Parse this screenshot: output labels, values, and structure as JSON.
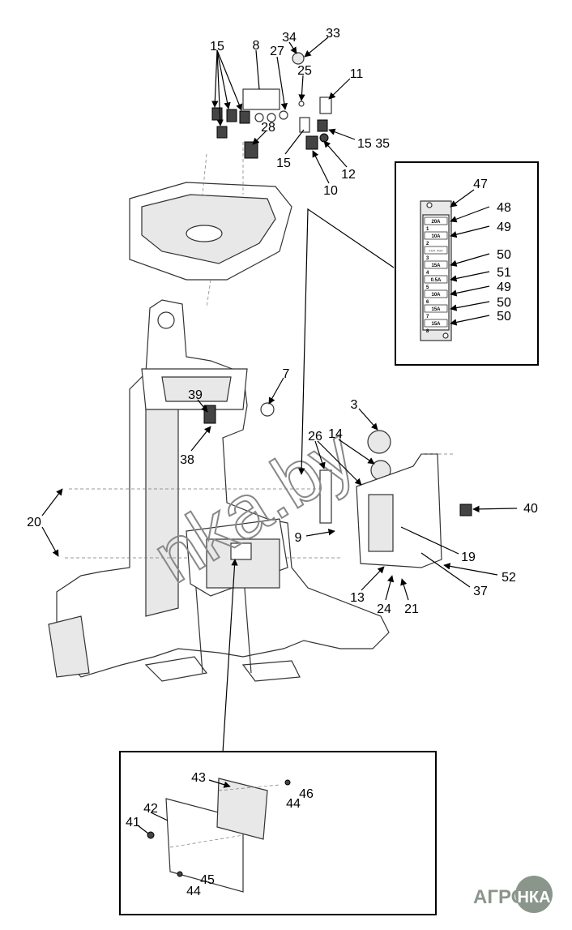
{
  "watermark": "nka.by",
  "logo": {
    "text_left": "АГРО",
    "text_circle": "НКА",
    "color": "#8a968c"
  },
  "callouts": {
    "c15a": "15",
    "c8": "8",
    "c34": "34",
    "c33": "33",
    "c27": "27",
    "c25": "25",
    "c11": "11",
    "c28": "28",
    "c1535": "15 35",
    "c12": "12",
    "c15b": "15",
    "c10": "10",
    "c7": "7",
    "c39": "39",
    "c38": "38",
    "c3": "3",
    "c26": "26",
    "c14": "14",
    "c20": "20",
    "c9": "9",
    "c40": "40",
    "c19": "19",
    "c52": "52",
    "c37": "37",
    "c13": "13",
    "c24": "24",
    "c21": "21"
  },
  "fuse_detail": {
    "callout_block": "47",
    "items": [
      {
        "callout": "48",
        "rating": "20A",
        "slot": "1"
      },
      {
        "callout": "49",
        "rating": "10A",
        "slot": "2"
      },
      {
        "callout": "",
        "rating": "-○-  -○-",
        "slot": "3"
      },
      {
        "callout": "50",
        "rating": "15A",
        "slot": "4"
      },
      {
        "callout": "51",
        "rating": "0.5A",
        "slot": "5"
      },
      {
        "callout": "49",
        "rating": "10A",
        "slot": "6"
      },
      {
        "callout": "50",
        "rating": "15A",
        "slot": "7"
      },
      {
        "callout": "50",
        "rating": "15A",
        "slot": "8"
      }
    ]
  },
  "ecu_detail": {
    "c43": "43",
    "c46": "46",
    "c44a": "44",
    "c41": "41",
    "c42": "42",
    "c45": "45",
    "c44b": "44"
  }
}
